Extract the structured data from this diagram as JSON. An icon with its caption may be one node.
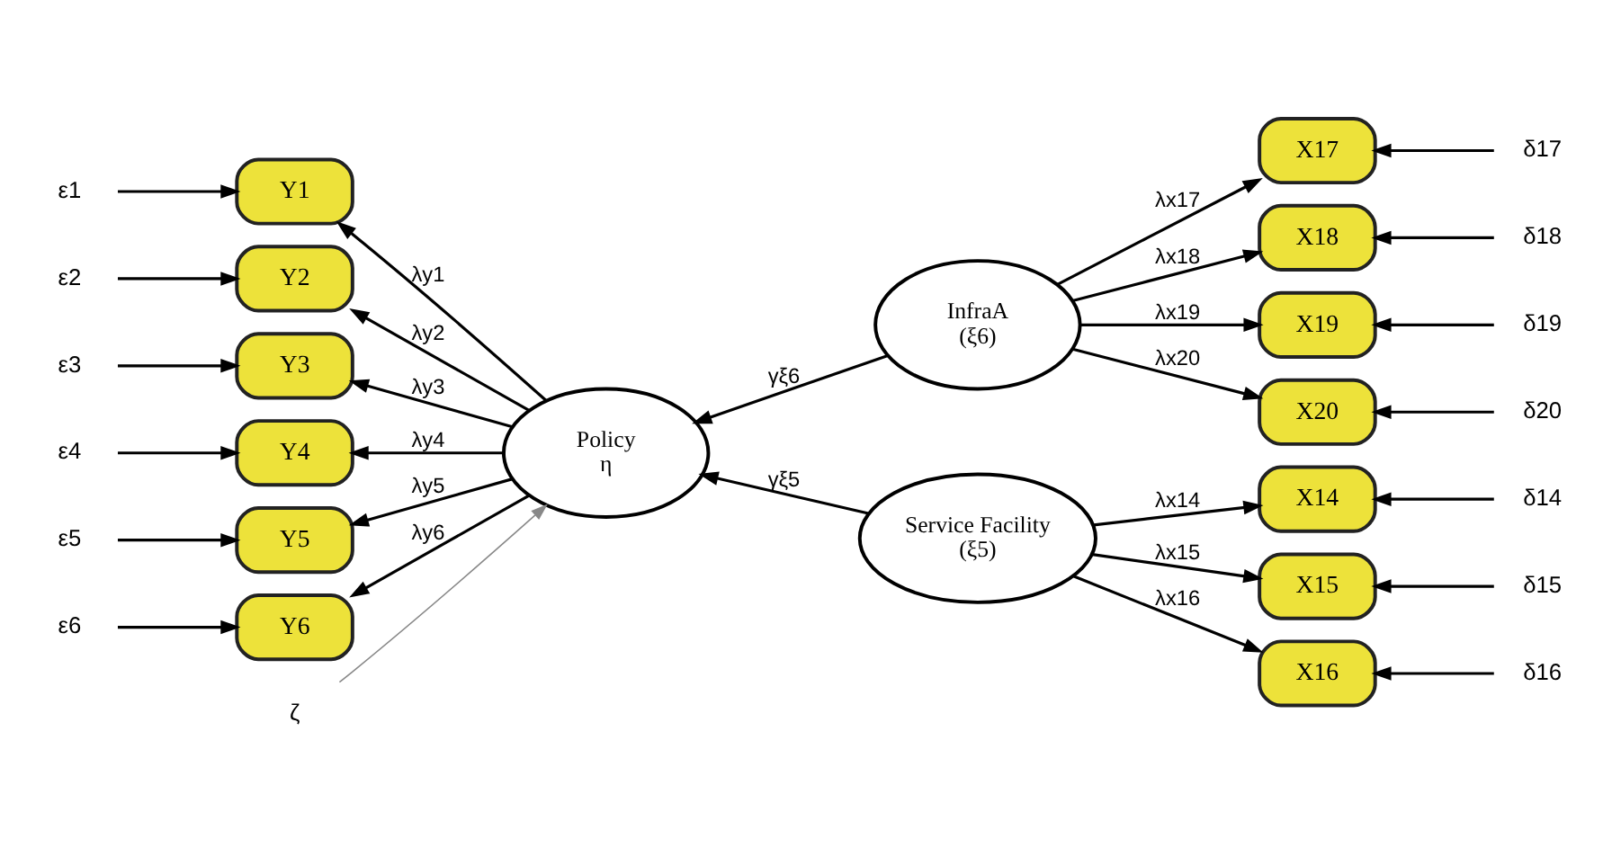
{
  "diagram": {
    "nodes": [
      {
        "text": [
          "ε1"
        ]
      },
      {
        "text": [
          "Y1"
        ]
      },
      {
        "text": [
          "ε2"
        ]
      },
      {
        "text": [
          "Y2"
        ]
      },
      {
        "text": [
          "ε3"
        ]
      },
      {
        "text": [
          "Y3"
        ]
      },
      {
        "text": [
          "ε4"
        ]
      },
      {
        "text": [
          "Y4"
        ]
      },
      {
        "text": [
          "ε5"
        ]
      },
      {
        "text": [
          "Y5"
        ]
      },
      {
        "text": [
          "ε6"
        ]
      },
      {
        "text": [
          "Y6"
        ]
      },
      {
        "text": [
          "Policy",
          "η"
        ]
      },
      {
        "text": [
          "ζ"
        ]
      },
      {
        "text": [
          "InfraA",
          "(ξ6)"
        ]
      },
      {
        "text": [
          "X17"
        ]
      },
      {
        "text": [
          "δ17"
        ]
      },
      {
        "text": [
          "X18"
        ]
      },
      {
        "text": [
          "δ18"
        ]
      },
      {
        "text": [
          "X19"
        ]
      },
      {
        "text": [
          "δ19"
        ]
      },
      {
        "text": [
          "X20"
        ]
      },
      {
        "text": [
          "δ20"
        ]
      },
      {
        "text": [
          "Service Facility",
          "(ξ5)"
        ]
      },
      {
        "text": [
          "X14"
        ]
      },
      {
        "text": [
          "δ14"
        ]
      },
      {
        "text": [
          "X15"
        ]
      },
      {
        "text": [
          "δ15"
        ]
      },
      {
        "text": [
          "X16"
        ]
      },
      {
        "text": [
          "δ16"
        ]
      }
    ],
    "edges": [
      {
        "from": 0,
        "to": 1,
        "arrow": "to"
      },
      {
        "from": 2,
        "to": 3,
        "arrow": "to"
      },
      {
        "from": 4,
        "to": 5,
        "arrow": "to"
      },
      {
        "from": 6,
        "to": 7,
        "arrow": "to"
      },
      {
        "from": 8,
        "to": 9,
        "arrow": "to"
      },
      {
        "from": 10,
        "to": 11,
        "arrow": "to"
      },
      {
        "from": 12,
        "to": 1,
        "arrow": "to",
        "label": "λy1"
      },
      {
        "from": 12,
        "to": 3,
        "arrow": "to",
        "label": "λy2"
      },
      {
        "from": 12,
        "to": 5,
        "arrow": "to",
        "label": "λy3"
      },
      {
        "from": 12,
        "to": 7,
        "arrow": "to",
        "label": "λy4"
      },
      {
        "from": 12,
        "to": 9,
        "arrow": "to",
        "label": "λy5"
      },
      {
        "from": 12,
        "to": 11,
        "arrow": "to",
        "label": "λy6"
      },
      {
        "from": 13,
        "to": 12,
        "arrow": "to",
        "color": "#888888"
      },
      {
        "from": 14,
        "to": 12,
        "arrow": "to",
        "label": "γξ6"
      },
      {
        "from": 23,
        "to": 12,
        "arrow": "to",
        "label": "γξ5"
      },
      {
        "from": 14,
        "to": 15,
        "arrow": "to",
        "label": "λx17"
      },
      {
        "from": 14,
        "to": 17,
        "arrow": "to",
        "label": "λx18"
      },
      {
        "from": 14,
        "to": 19,
        "arrow": "to",
        "label": "λx19"
      },
      {
        "from": 14,
        "to": 21,
        "arrow": "to",
        "label": "λx20"
      },
      {
        "from": 16,
        "to": 15,
        "arrow": "to"
      },
      {
        "from": 18,
        "to": 17,
        "arrow": "to"
      },
      {
        "from": 20,
        "to": 19,
        "arrow": "to"
      },
      {
        "from": 22,
        "to": 21,
        "arrow": "to"
      },
      {
        "from": 23,
        "to": 24,
        "arrow": "to",
        "label": "λx14"
      },
      {
        "from": 23,
        "to": 26,
        "arrow": "to",
        "label": "λx15"
      },
      {
        "from": 23,
        "to": 28,
        "arrow": "to",
        "label": "λx16"
      },
      {
        "from": 25,
        "to": 24,
        "arrow": "to"
      },
      {
        "from": 27,
        "to": 26,
        "arrow": "to"
      },
      {
        "from": 29,
        "to": 28,
        "arrow": "to"
      }
    ]
  }
}
